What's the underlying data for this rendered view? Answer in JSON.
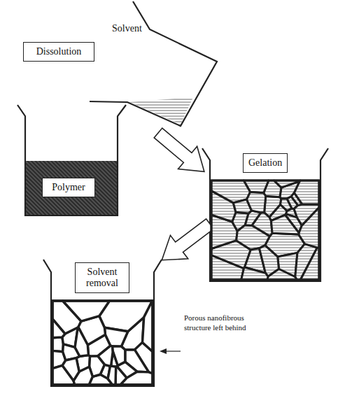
{
  "diagram": {
    "nodes": [
      {
        "text": [
          "Dissolution"
        ]
      },
      {
        "text": [
          "Polymer"
        ]
      },
      {
        "text": [
          "Gelation"
        ]
      },
      {
        "text": [
          "Solvent removal"
        ]
      }
    ],
    "labels": [
      "Solvent",
      "Porous nanofibrous structure left behind"
    ]
  }
}
